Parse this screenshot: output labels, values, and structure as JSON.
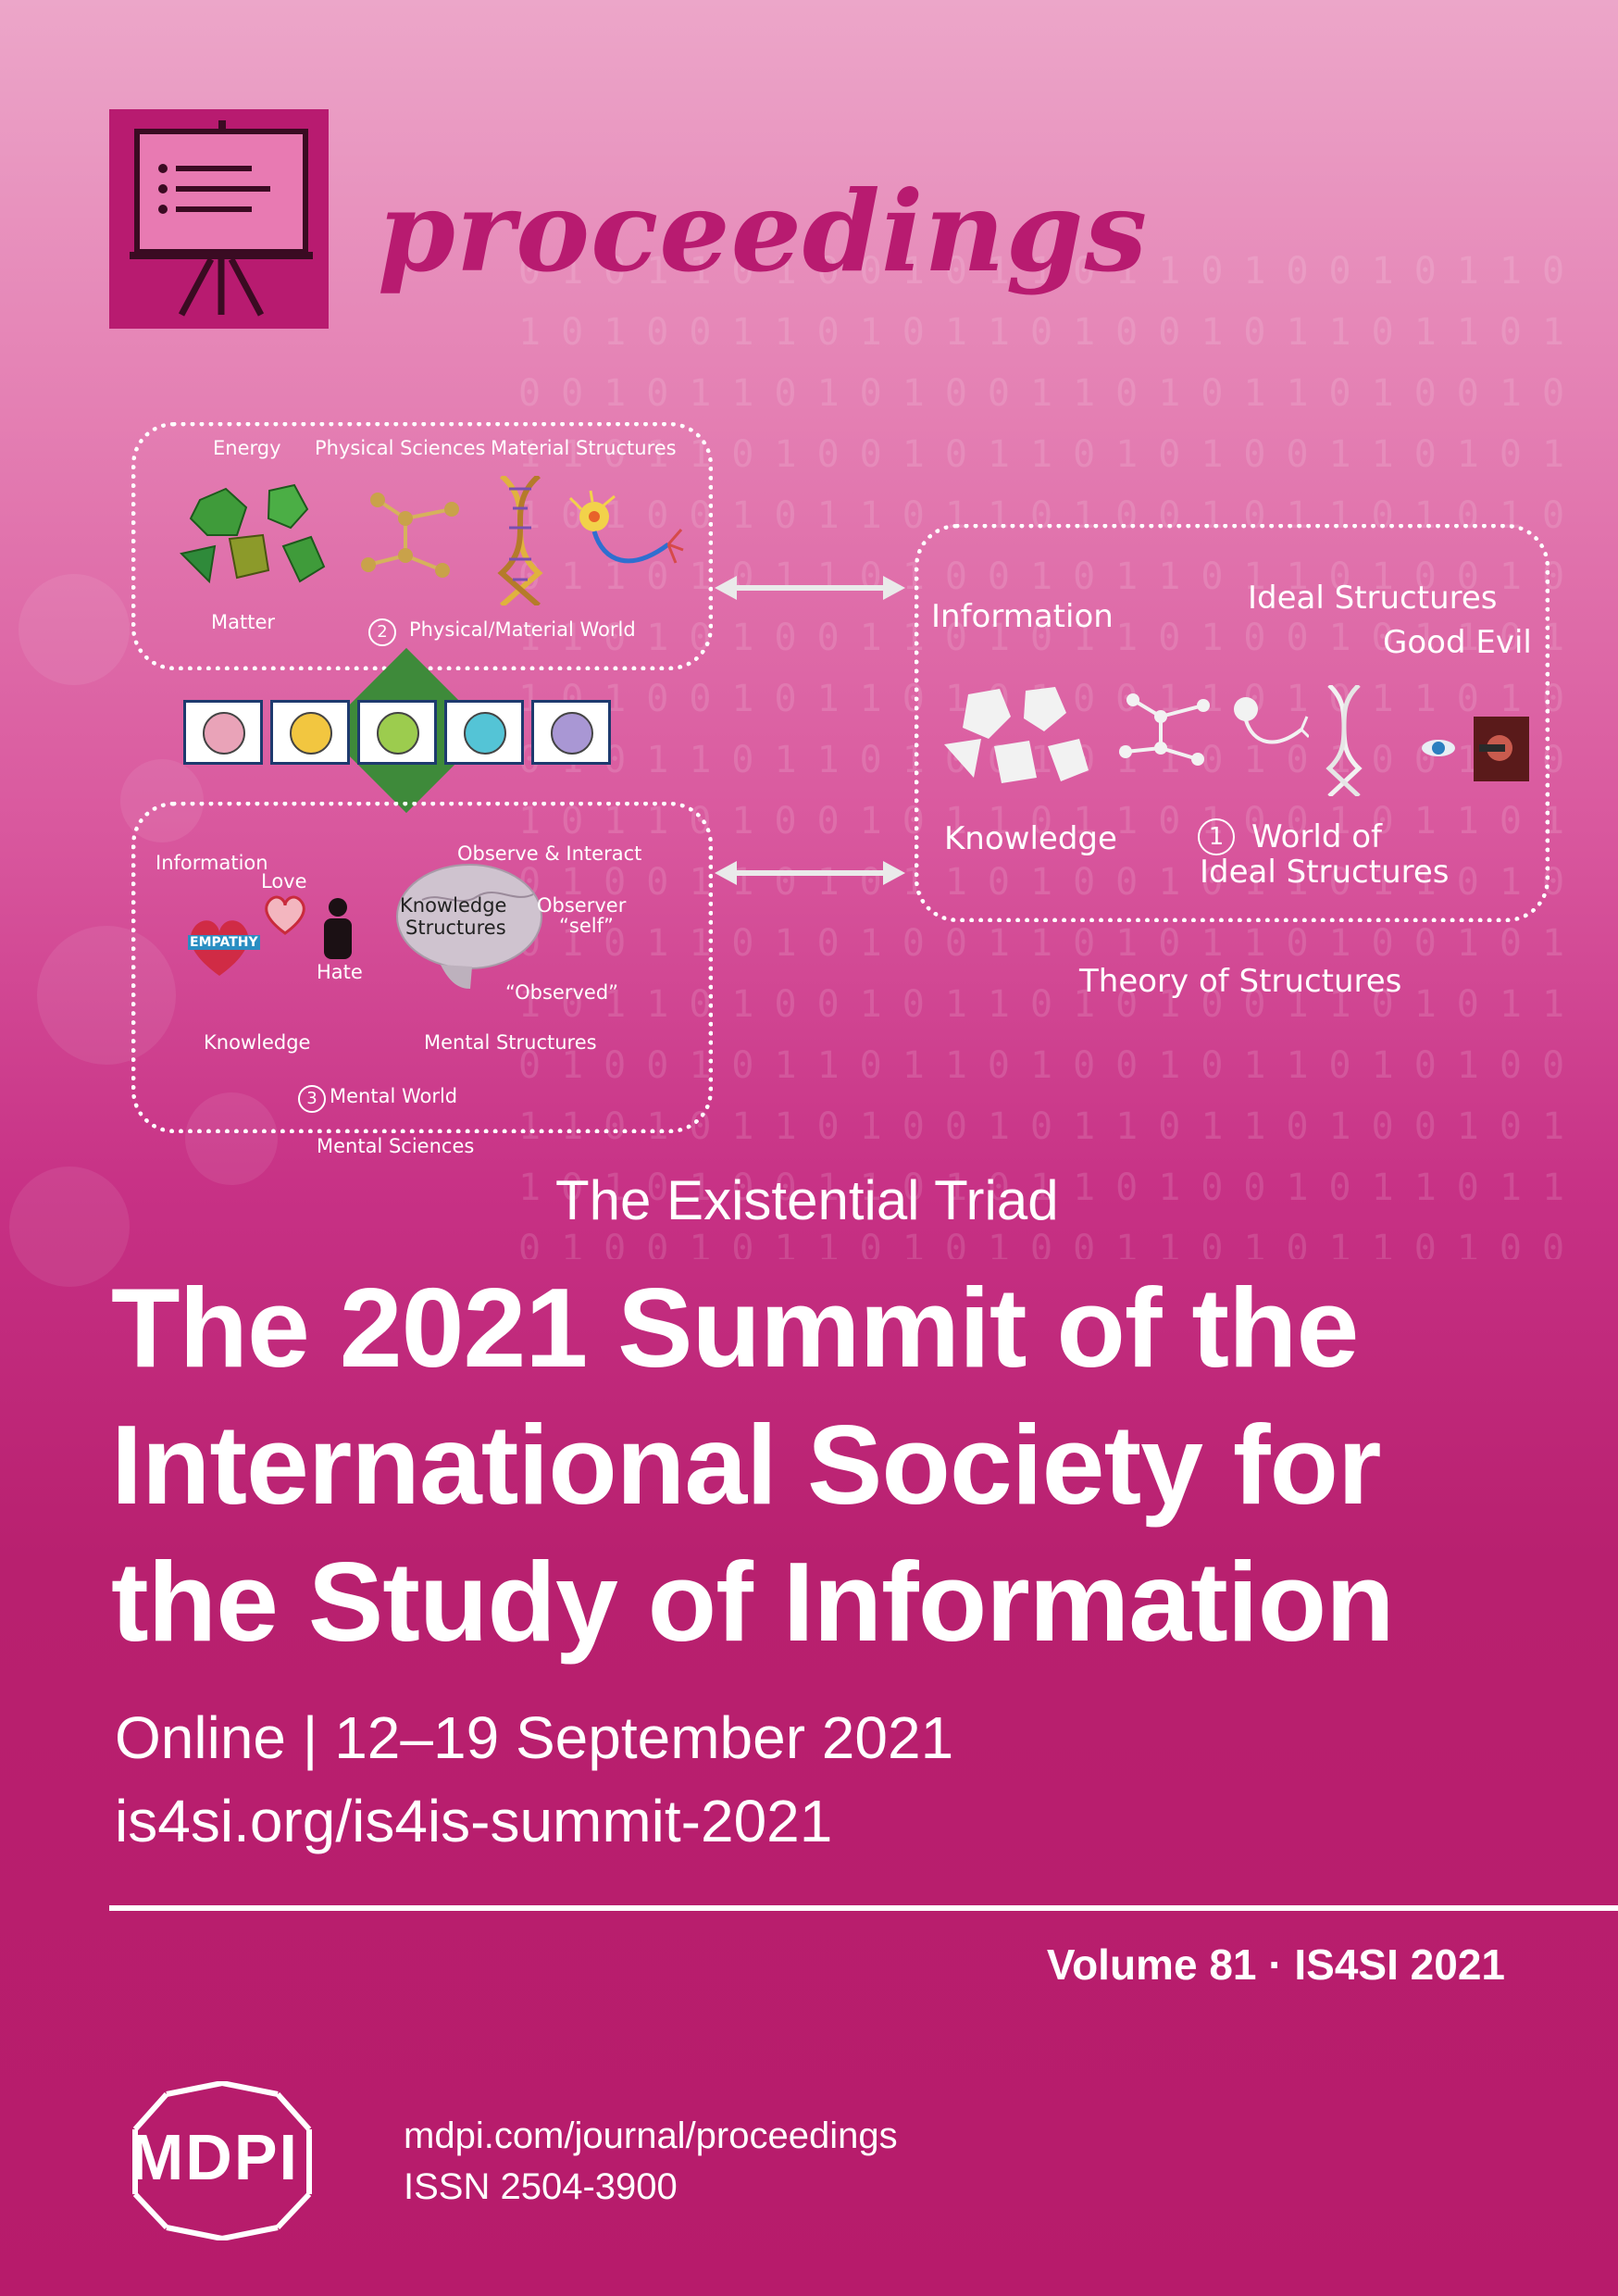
{
  "journal": {
    "name": "proceedings"
  },
  "diagram": {
    "physical": {
      "labels": [
        "Energy",
        "Physical Sciences",
        "Material Structures",
        "Matter"
      ],
      "world_label": "Physical/Material World",
      "world_number": "2"
    },
    "mental": {
      "labels": [
        "Information",
        "Love",
        "Hate",
        "Observe & Interact",
        "Observer",
        "“self”",
        "“Observed”",
        "Knowledge",
        "Mental Structures"
      ],
      "brain_text": [
        "Knowledge",
        "Structures"
      ],
      "heart_text": "EMPATHY",
      "world_label": "Mental World",
      "world_number": "3",
      "science": "Mental Sciences"
    },
    "ideal": {
      "labels": [
        "Information",
        "Ideal Structures",
        "Good Evil",
        "Knowledge"
      ],
      "world_label_line1": "World of",
      "world_label_line2": "Ideal Structures",
      "world_number": "1",
      "theory": "Theory of Structures"
    },
    "senses": [
      "eye-icon",
      "ear-icon",
      "nose-icon",
      "tongue-icon",
      "hand-icon"
    ]
  },
  "cover": {
    "subtitle": "The Existential Triad",
    "title_lines": [
      "The 2021 Summit of the",
      "International Society for",
      "the Study of Information"
    ],
    "when": "Online | 12–19 September 2021",
    "url": "is4si.org/is4is-summit-2021",
    "volume": "Volume 81 · IS4SI 2021"
  },
  "publisher": {
    "name": "MDPI",
    "url": "mdpi.com/journal/proceedings",
    "issn": "ISSN 2504-3900"
  },
  "colors": {
    "accent": "#b81b70",
    "background_top": "#eca6c9",
    "background_bottom": "#b71b6b"
  }
}
